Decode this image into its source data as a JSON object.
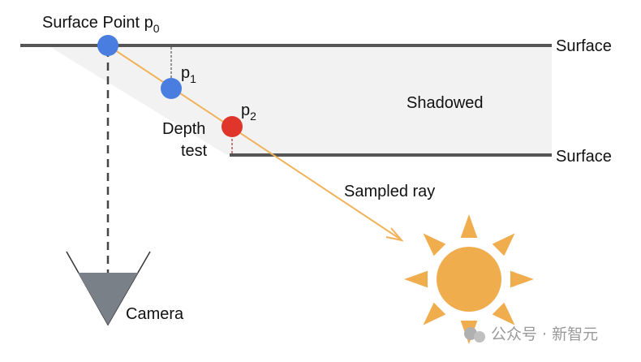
{
  "labels": {
    "surface_point": "Surface Point p",
    "surface_point_sub": "0",
    "p1": "p",
    "p1_sub": "1",
    "p2": "p",
    "p2_sub": "2",
    "depth": "Depth",
    "test": "test",
    "shadowed": "Shadowed",
    "surface_top": "Surface",
    "surface_bottom": "Surface",
    "sampled_ray": "Sampled ray",
    "camera": "Camera",
    "watermark": "公众号 · 新智元"
  },
  "colors": {
    "point_blue": "#4a7de0",
    "point_red": "#e0352b",
    "ray": "#f0b25a",
    "sun": "#f0ad4e",
    "surface": "#555555",
    "shadow": "#f2f2f2",
    "camera": "#7a8088"
  }
}
